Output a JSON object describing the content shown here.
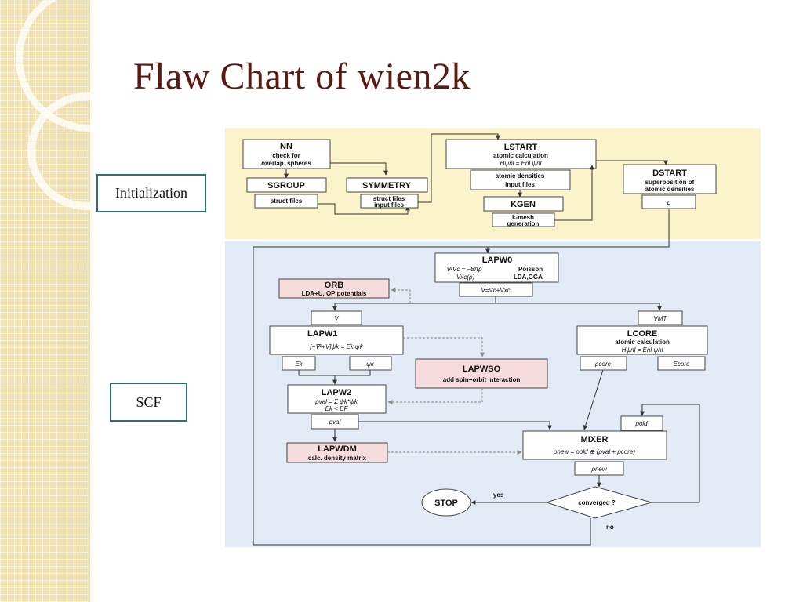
{
  "title": "Flaw Chart of wien2k",
  "labels": {
    "init": "Initialization",
    "scf": "SCF"
  },
  "colors": {
    "title": "#5a1a12",
    "init_bg": "#fbf3c9",
    "scf_bg": "#e3ebf6",
    "label_border": "#2f6f72",
    "sidebar": "#f0e2b4"
  },
  "flowchart": {
    "nn": {
      "title": "NN",
      "desc1": "check for",
      "desc2": "overlap. spheres"
    },
    "sgroup": {
      "title": "SGROUP",
      "out": "struct files"
    },
    "symmetry": {
      "title": "SYMMETRY",
      "out1": "struct files",
      "out2": "input files"
    },
    "lstart": {
      "title": "LSTART",
      "desc": "atomic calculation",
      "eq": "Hψnl = Enl ψnl",
      "out1": "atomic densities",
      "out2": "input files"
    },
    "kgen": {
      "title": "KGEN",
      "out1": "k-mesh",
      "out2": "generation"
    },
    "dstart": {
      "title": "DSTART",
      "desc1": "superposition of",
      "desc2": "atomic densities",
      "out": "ρ"
    },
    "lapw0": {
      "title": "LAPW0",
      "eq1": "∇²Vc = −8πρ",
      "eq2": "Vxc(ρ)",
      "note1": "Poisson",
      "note2": "LDA,GGA",
      "out": "V=Vc+Vxc"
    },
    "orb": {
      "title": "ORB",
      "desc": "LDA+U, OP potentials"
    },
    "lapw1": {
      "title": "LAPW1",
      "in": "V",
      "eq": "[−∇²+V]ψk = Ek ψk",
      "out1": "Ek",
      "out2": "ψk"
    },
    "lcore": {
      "title": "LCORE",
      "in": "VMT",
      "desc": "atomic calculation",
      "eq": "Hψnl = Enl ψnl",
      "out1": "ρcore",
      "out2": "Ecore"
    },
    "lapwso": {
      "title": "LAPWSO",
      "desc": "add spin−orbit interaction"
    },
    "lapw2": {
      "title": "LAPW2",
      "eq1": "ρval = Σ ψk*ψk",
      "eq2": "Ek < EF",
      "out": "ρval"
    },
    "lapwdm": {
      "title": "LAPWDM",
      "desc": "calc. density matrix"
    },
    "mixer": {
      "title": "MIXER",
      "in": "ρold",
      "eq": "ρnew = ρold ⊕ (ρval + ρcore)",
      "out": "ρnew"
    },
    "converged": {
      "label": "converged ?",
      "yes": "yes",
      "no": "no"
    },
    "stop": {
      "label": "STOP"
    }
  }
}
